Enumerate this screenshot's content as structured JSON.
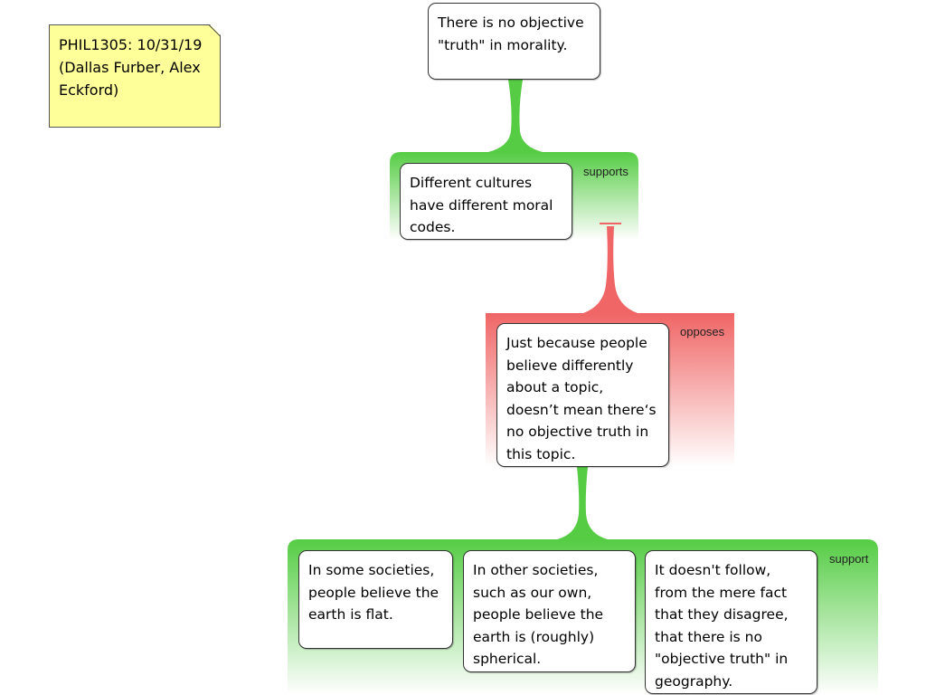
{
  "note": {
    "text": "PHIL1305: 10/31/19 (Dallas Furber, Alex Eckford)"
  },
  "nodes": {
    "claim": "There is no objective \"truth\" in morality.",
    "reason_cultures": "Different cultures have different moral codes.",
    "objection": "Just because people believe differently about a topic, doesn’t mean there‘s no objective truth in this topic.",
    "premise_flat": "In some societies, people believe the earth is flat.",
    "premise_spherical": "In other societies, such as our own, people believe the earth is (roughly) spherical.",
    "premise_conclusion": "It doesn't follow, from the mere fact that they disagree, that there is no \"objective truth\" in geography."
  },
  "relations": {
    "supports_label": "supports",
    "opposes_label": "opposes",
    "support_label": "support"
  },
  "colors": {
    "support_green": "#55cc44",
    "oppose_red": "#f06565",
    "note_yellow": "#ffff99"
  }
}
